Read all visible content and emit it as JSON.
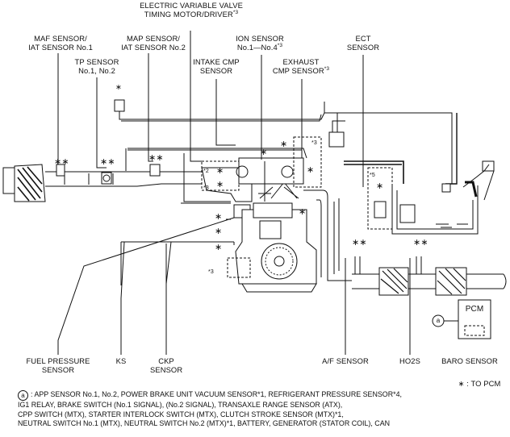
{
  "labels": {
    "evtc_1": "ELECTRIC VARIABLE VALVE",
    "evtc_2": "TIMING MOTOR/DRIVER",
    "evtc_sup": "*3",
    "maf_1": "MAF SENSOR/",
    "maf_2": "IAT SENSOR No.1",
    "map_1": "MAP SENSOR/",
    "map_2": "IAT SENSOR No.2",
    "ion_1": "ION SENSOR",
    "ion_2": "No.1—No.4",
    "ion_sup": "*3",
    "ect_1": "ECT",
    "ect_2": "SENSOR",
    "tp_1": "TP SENSOR",
    "tp_2": "No.1, No.2",
    "icmp_1": "INTAKE CMP",
    "icmp_2": "SENSOR",
    "ecmp_1": "EXHAUST",
    "ecmp_2": "CMP SENSOR",
    "ecmp_sup": "*3",
    "fps_1": "FUEL PRESSURE",
    "fps_2": "SENSOR",
    "ks": "KS",
    "ckp_1": "CKP",
    "ckp_2": "SENSOR",
    "af": "A/F SENSOR",
    "ho2s": "HO2S",
    "baro": "BARO SENSOR",
    "pcm": "PCM",
    "circle_a": "a",
    "to_pcm": "∗ : TO PCM",
    "star": "∗",
    "mark_2": "*2",
    "mark_3": "*3",
    "mark_5": "*5"
  },
  "note": {
    "marker": "a",
    "line1": ": APP SENSOR No.1, No.2, POWER BRAKE UNIT VACUUM SENSOR*1, REFRIGERANT PRESSURE SENSOR*4,",
    "line2": "IG1 RELAY, BRAKE SWITCH (No.1 SIGNAL), (No.2 SIGNAL), TRANSAXLE RANGE SENSOR (ATX),",
    "line3": "CPP SWITCH (MTX), STARTER INTERLOCK SWITCH (MTX), CLUTCH STROKE SENSOR (MTX)*1,",
    "line4": "NEUTRAL SWITCH No.1 (MTX), NEUTRAL SWITCH No.2 (MTX)*1, BATTERY, GENERATOR (STATOR COIL), CAN"
  }
}
